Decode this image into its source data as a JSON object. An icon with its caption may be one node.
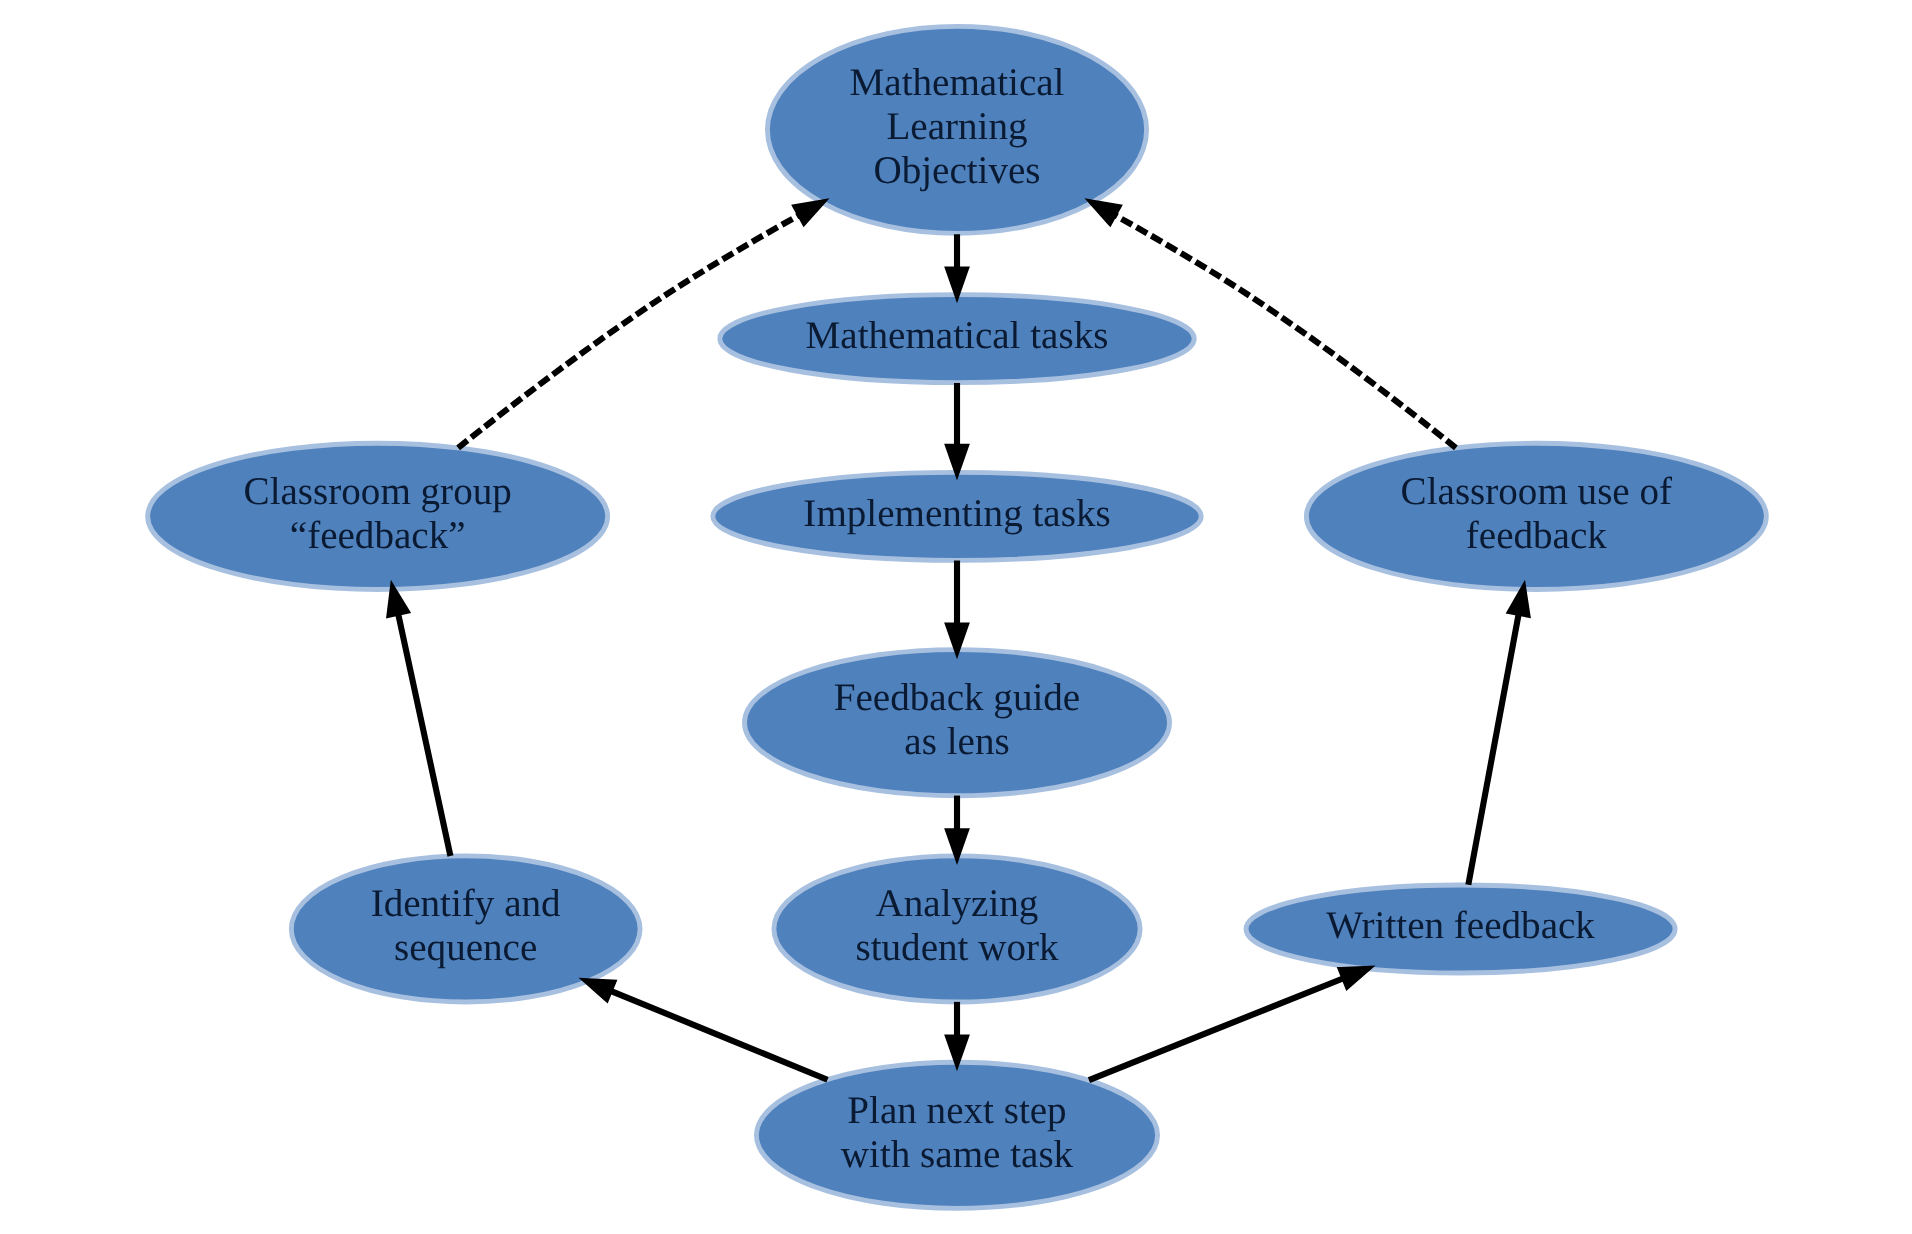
{
  "diagram": {
    "nodes": [
      {
        "text": [
          "Mathematical Learning Objectives"
        ]
      },
      {
        "text": [
          "Mathematical tasks"
        ]
      },
      {
        "text": [
          "Implementing tasks"
        ]
      },
      {
        "text": [
          "Feedback guide as lens"
        ]
      },
      {
        "text": [
          "Analyzing student work"
        ]
      },
      {
        "text": [
          "Plan next step with same task"
        ]
      },
      {
        "text": [
          "Classroom group “feedback”"
        ]
      },
      {
        "text": [
          "Identify and sequence"
        ]
      },
      {
        "text": [
          "Classroom use of feedback"
        ]
      },
      {
        "text": [
          "Written feedback"
        ]
      }
    ],
    "edges": [
      {
        "from": 0,
        "to": 1,
        "arrow": "to"
      },
      {
        "from": 1,
        "to": 2,
        "arrow": "to"
      },
      {
        "from": 2,
        "to": 3,
        "arrow": "to"
      },
      {
        "from": 3,
        "to": 4,
        "arrow": "to"
      },
      {
        "from": 4,
        "to": 5,
        "arrow": "to"
      },
      {
        "from": 5,
        "to": 7,
        "arrow": "to"
      },
      {
        "from": 7,
        "to": 6,
        "arrow": "to"
      },
      {
        "from": 6,
        "to": 0,
        "arrow": "to",
        "style": "dashed"
      },
      {
        "from": 5,
        "to": 9,
        "arrow": "to"
      },
      {
        "from": 9,
        "to": 8,
        "arrow": "to"
      },
      {
        "from": 8,
        "to": 0,
        "arrow": "to",
        "style": "dashed"
      }
    ]
  }
}
